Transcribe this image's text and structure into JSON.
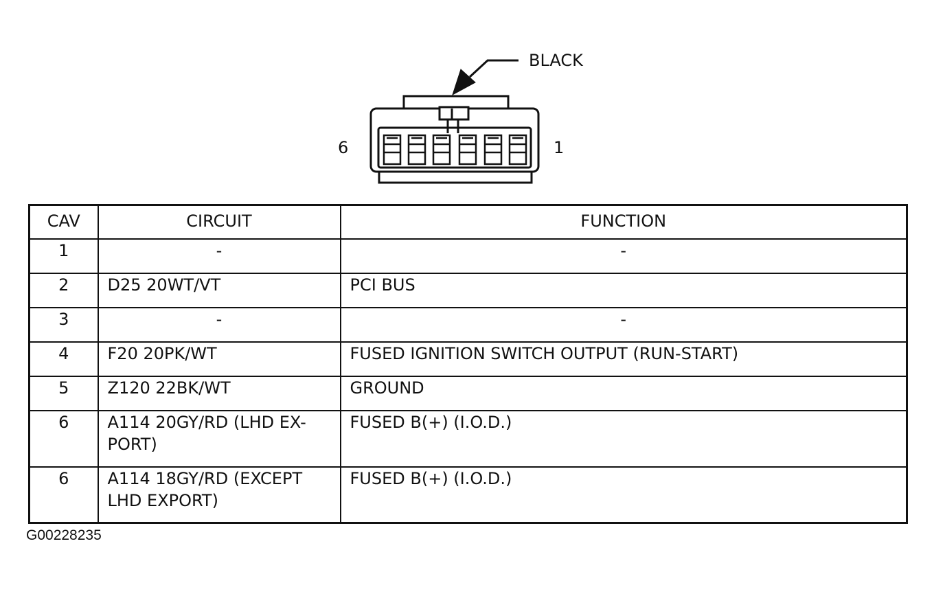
{
  "connector": {
    "color_label": "BLACK",
    "pin_left_label": "6",
    "pin_right_label": "1",
    "pin_count": 6,
    "line_color": "#111111"
  },
  "table": {
    "headers": {
      "cav": "CAV",
      "circuit": "CIRCUIT",
      "function": "FUNCTION"
    },
    "rows": [
      {
        "cav": "1",
        "circuit": "-",
        "function": "-"
      },
      {
        "cav": "2",
        "circuit": "D25 20WT/VT",
        "function": "PCI BUS"
      },
      {
        "cav": "3",
        "circuit": "-",
        "function": "-"
      },
      {
        "cav": "4",
        "circuit": "F20 20PK/WT",
        "function": "FUSED IGNITION SWITCH OUTPUT (RUN-START)"
      },
      {
        "cav": "5",
        "circuit": "Z120 22BK/WT",
        "function": "GROUND"
      },
      {
        "cav": "6",
        "circuit_lines": [
          "A114 20GY/RD (LHD EX-",
          "PORT)"
        ],
        "function": "FUSED B(+) (I.O.D.)"
      },
      {
        "cav": "6",
        "circuit_lines": [
          "A114 18GY/RD (EXCEPT",
          "LHD EXPORT)"
        ],
        "function": "FUSED B(+) (I.O.D.)"
      }
    ]
  },
  "figure_id": "G00228235"
}
